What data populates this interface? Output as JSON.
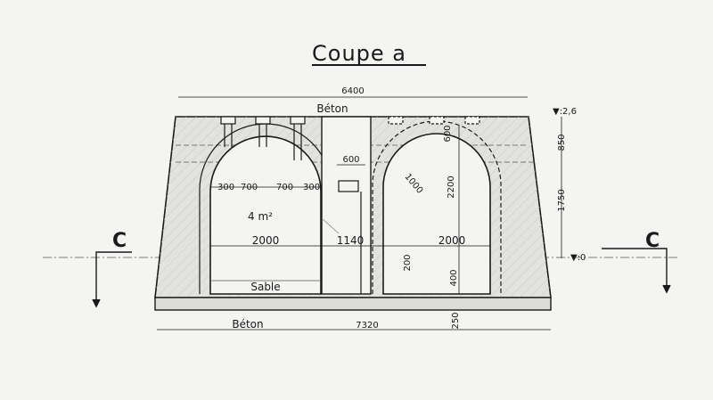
{
  "title": "Coupe a",
  "labels": {
    "beton_top": "Béton",
    "beton_bottom": "Béton",
    "sable": "Sable",
    "section_left": "C",
    "section_right": "C",
    "level_top": "▼:2,6",
    "level_zero": "▼:0",
    "room_area": "4 m²"
  },
  "dimensions": {
    "overall_top": "6400",
    "overall_bottom": "7320",
    "d_300a": "300",
    "d_700a": "700",
    "d_700b": "700",
    "d_300b": "300",
    "d_600_center": "600",
    "d_600_vert": "600",
    "d_850": "850",
    "d_1750": "1750",
    "d_2200": "2200",
    "d_1000": "1000",
    "span_left": "2000",
    "span_mid": "1140",
    "span_right": "2000",
    "d_200": "200",
    "d_400": "400",
    "d_250": "250"
  },
  "colors": {
    "paper": "#f4f4f2",
    "ink": "#1a1a1a",
    "fill": "#e2e2df"
  }
}
